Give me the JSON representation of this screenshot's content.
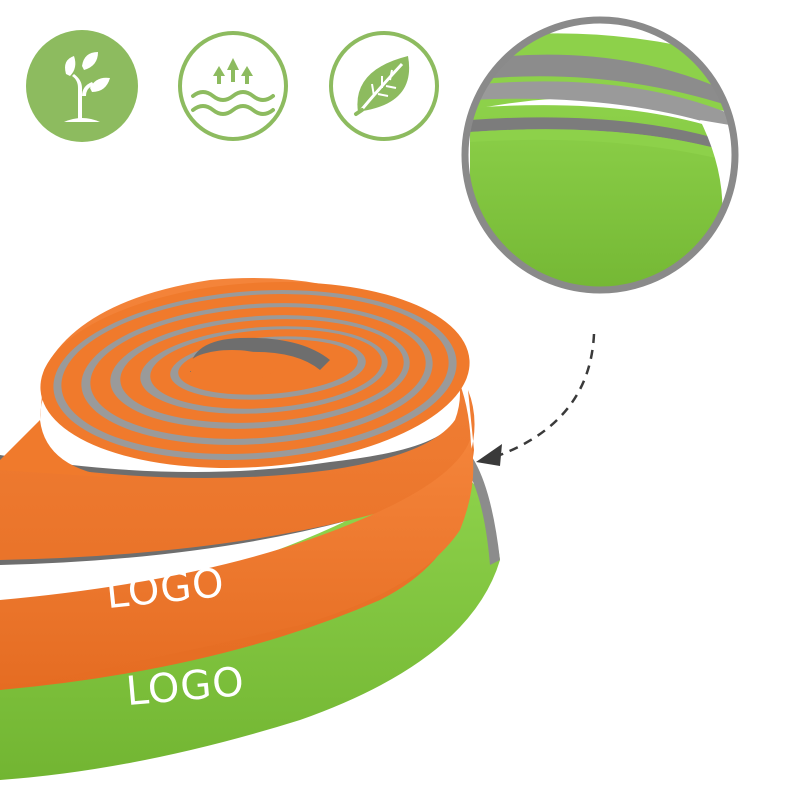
{
  "colors": {
    "background": "#ffffff",
    "icon_green": "#8dbb5f",
    "band_orange": "#f07a2c",
    "band_orange_dark": "#d9651c",
    "band_green": "#7ec43a",
    "band_green_light": "#8dd14a",
    "band_gray": "#8c8c8c",
    "band_gray_dark": "#6e6e6e",
    "zoom_ring": "#8a8a8a",
    "arrow": "#3a3a3a"
  },
  "icons": [
    {
      "name": "sprout-icon",
      "style": "filled-circle"
    },
    {
      "name": "stretch-arrows-icon",
      "style": "outline-circle"
    },
    {
      "name": "leaf-icon",
      "style": "outline-circle"
    }
  ],
  "bands": {
    "orange": {
      "label": "LOGO"
    },
    "green": {
      "label": "LOGO"
    }
  },
  "zoom_callout": {
    "shows": "green-band-detail"
  }
}
